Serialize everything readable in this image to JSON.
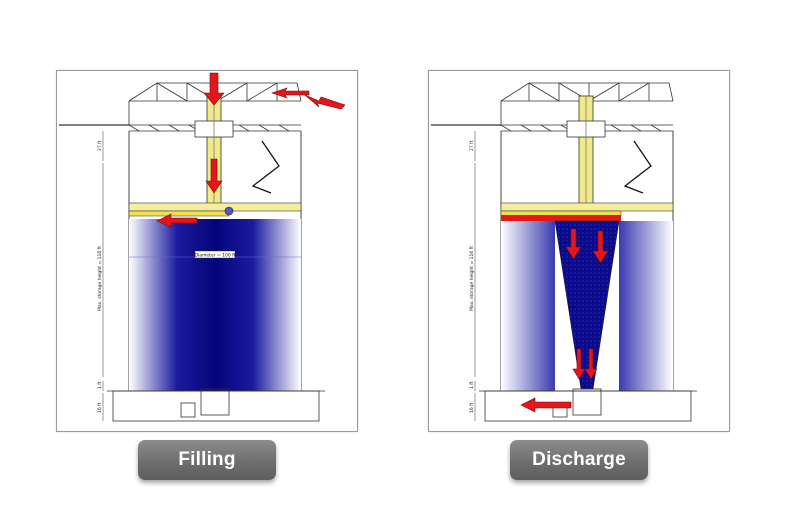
{
  "panels": [
    {
      "id": "filling",
      "caption": "Filling",
      "dim_top": "27 ft",
      "dim_main": "Max. storage height = 116 ft",
      "dim_small": "1 ft",
      "dim_bottom": "16 ft",
      "diameter_label": "Diameter = 100 ft"
    },
    {
      "id": "discharge",
      "caption": "Discharge",
      "dim_top": "27 ft",
      "dim_main": "Max. storage height = 116 ft",
      "dim_small": "1 ft",
      "dim_bottom": "16 ft"
    }
  ],
  "colors": {
    "fill_blue": "#0a0a8c",
    "arrow_red": "#e3171b",
    "caption_gray": "#777777"
  }
}
